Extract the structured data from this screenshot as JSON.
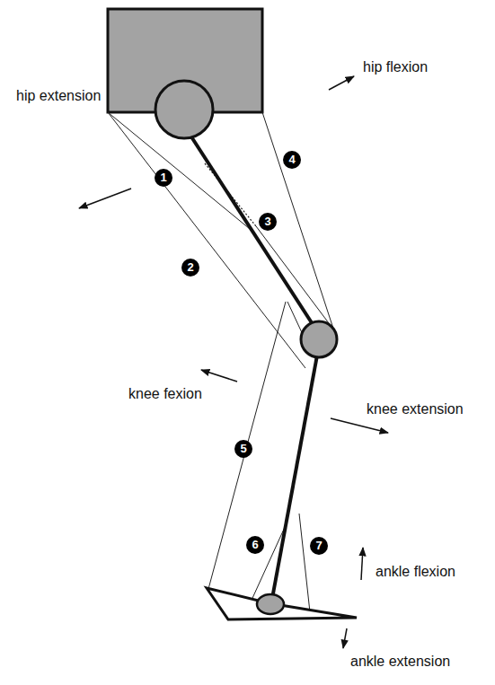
{
  "diagram": {
    "labels": [
      "1",
      "2",
      "3",
      "4",
      "5",
      "6",
      "7",
      "hip flexion",
      "hip extension",
      "knee fexion",
      "knee extension",
      "ankle flexion",
      "ankle extension"
    ]
  }
}
